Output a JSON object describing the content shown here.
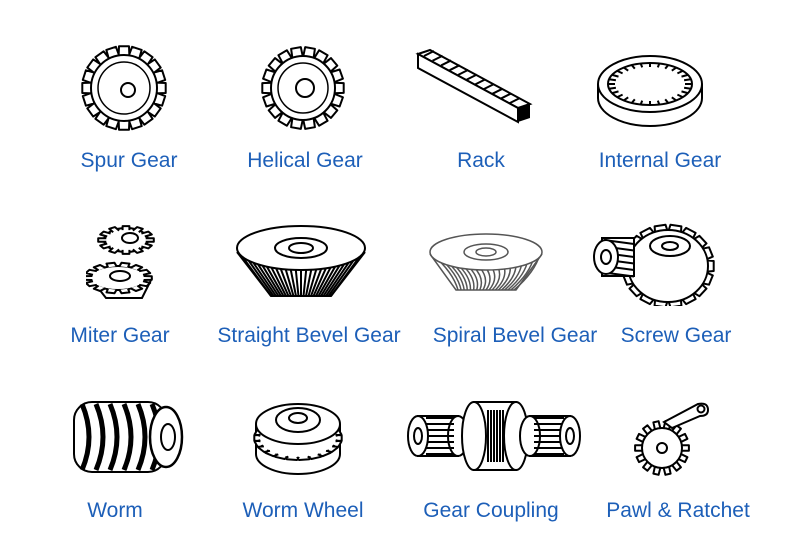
{
  "items": [
    {
      "label": "Spur Gear",
      "icon": "spur-gear-icon"
    },
    {
      "label": "Helical Gear",
      "icon": "helical-gear-icon"
    },
    {
      "label": "Rack",
      "icon": "rack-icon"
    },
    {
      "label": "Internal Gear",
      "icon": "internal-gear-icon"
    },
    {
      "label": "Miter Gear",
      "icon": "miter-gear-icon"
    },
    {
      "label": "Straight Bevel Gear",
      "icon": "straight-bevel-gear-icon"
    },
    {
      "label": "Spiral Bevel Gear",
      "icon": "spiral-bevel-gear-icon"
    },
    {
      "label": "Screw Gear",
      "icon": "screw-gear-icon"
    },
    {
      "label": "Worm",
      "icon": "worm-icon"
    },
    {
      "label": "Worm Wheel",
      "icon": "worm-wheel-icon"
    },
    {
      "label": "Gear Coupling",
      "icon": "gear-coupling-icon"
    },
    {
      "label": "Pawl & Ratchet",
      "icon": "pawl-ratchet-icon"
    }
  ],
  "colors": {
    "label": "#1d5fb8",
    "line": "#000000"
  }
}
